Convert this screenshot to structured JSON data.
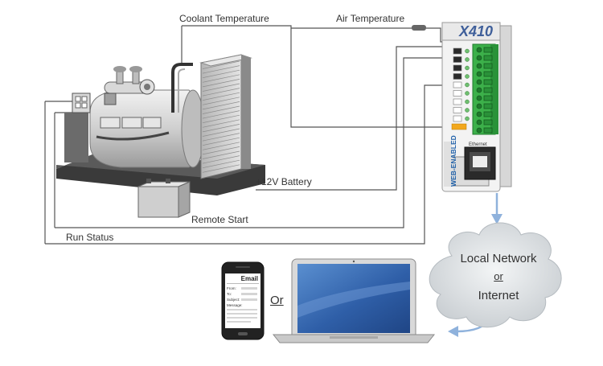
{
  "labels": {
    "coolant_temperature": "Coolant Temperature",
    "air_temperature": "Air Temperature",
    "battery": "+12V Battery",
    "remote_start": "Remote Start",
    "run_status": "Run Status",
    "or_between_devices": "Or"
  },
  "device": {
    "logo": "X410",
    "side_text": "WEB-ENABLED",
    "port_label": "Ethernet"
  },
  "cloud": {
    "line1": "Local Network",
    "line2": "or",
    "line3": "Internet"
  },
  "phone": {
    "header": "Email",
    "fields": [
      "From:",
      "To:",
      "Subject:",
      "Message:"
    ]
  },
  "colors": {
    "wire": "#4a4a4a",
    "arrow": "#8fb2dc",
    "terminal_green": "#3cb04a",
    "laptop_screen": "#3f6fb5",
    "cloud": "#dfe3e6"
  }
}
